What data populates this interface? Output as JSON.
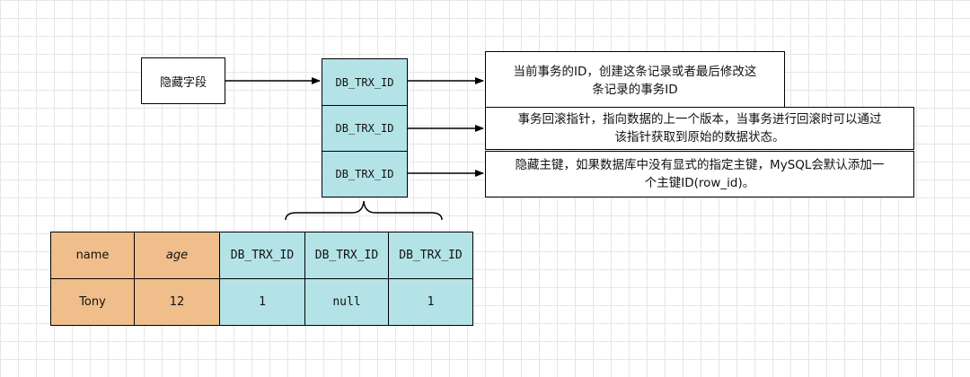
{
  "hidden_fields_label": "隐藏字段",
  "columns": [
    {
      "label": "DB_TRX_ID",
      "description": [
        "当前事务的ID，创建这条记录或者最后修改这",
        "条记录的事务ID"
      ]
    },
    {
      "label": "DB_TRX_ID",
      "description": [
        "事务回滚指针，指向数据的上一个版本，当事务进行回滚时可以通过",
        "该指针获取到原始的数据状态。"
      ]
    },
    {
      "label": "DB_TRX_ID",
      "description": [
        "隐藏主键，如果数据库中没有显式的指定主键，MySQL会默认添加一",
        "个主键ID(row_id)。"
      ]
    }
  ],
  "record_table": {
    "headers": [
      "name",
      "age",
      "DB_TRX_ID",
      "DB_TRX_ID",
      "DB_TRX_ID"
    ],
    "row": [
      "Tony",
      "12",
      "1",
      "null",
      "1"
    ]
  },
  "colors": {
    "cyan": "#b3e3e6",
    "orange": "#f0be8a"
  }
}
